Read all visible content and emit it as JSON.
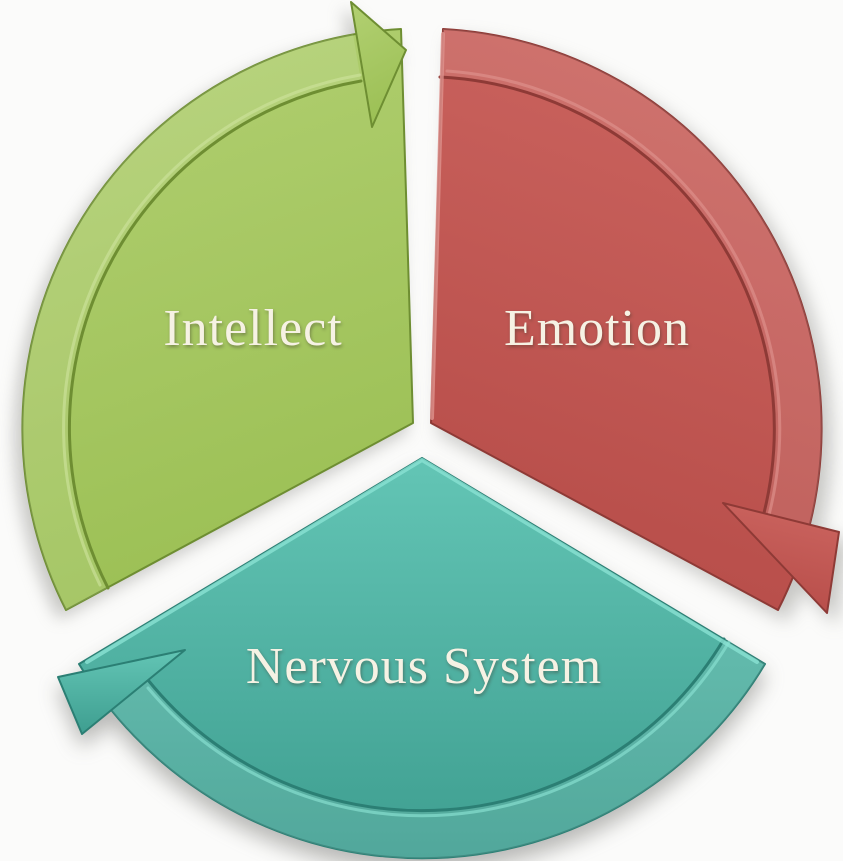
{
  "diagram": {
    "type": "cycle",
    "direction": "clockwise",
    "background": "#fbfbfa",
    "label_color": "#f6f2e4",
    "segments": [
      {
        "label": "Intellect",
        "position": "top-left",
        "color": "#a6c75f",
        "color_top": "#b2d072",
        "color_bottom": "#9cc055",
        "color_deep": "#6e8e32",
        "color_edge": "#cde29b"
      },
      {
        "label": "Emotion",
        "position": "top-right",
        "color": "#c65b57",
        "color_top": "#cd6661",
        "color_bottom": "#b84e4a",
        "color_deep": "#8e3a36",
        "color_edge": "#de928d"
      },
      {
        "label": "Nervous System",
        "position": "bottom",
        "color": "#4cb3a4",
        "color_top": "#63c5b5",
        "color_bottom": "#3e9e90",
        "color_deep": "#2b7f74",
        "color_edge": "#8ae2d3"
      }
    ]
  }
}
